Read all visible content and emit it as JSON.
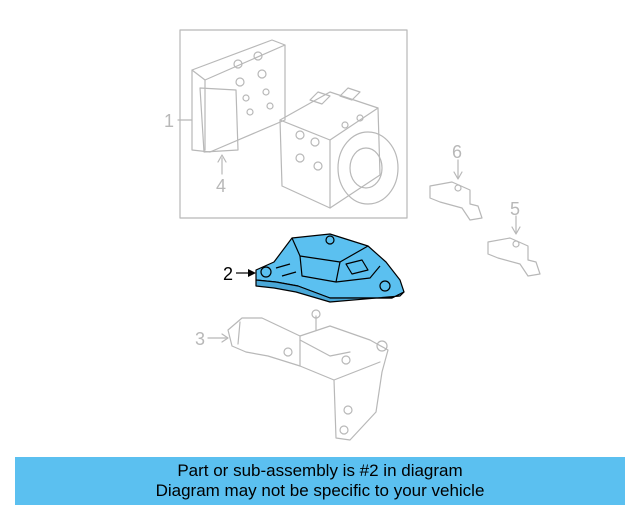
{
  "callouts": {
    "c1": "1",
    "c2": "2",
    "c3": "3",
    "c4": "4",
    "c5": "5",
    "c6": "6"
  },
  "banner": {
    "line1": "Part or sub-assembly is #2 in diagram",
    "line2": "Diagram may not be specific to your vehicle"
  },
  "colors": {
    "highlight": "#5bc0f0",
    "line_art": "#b8b8b8",
    "active_line": "#000000"
  }
}
